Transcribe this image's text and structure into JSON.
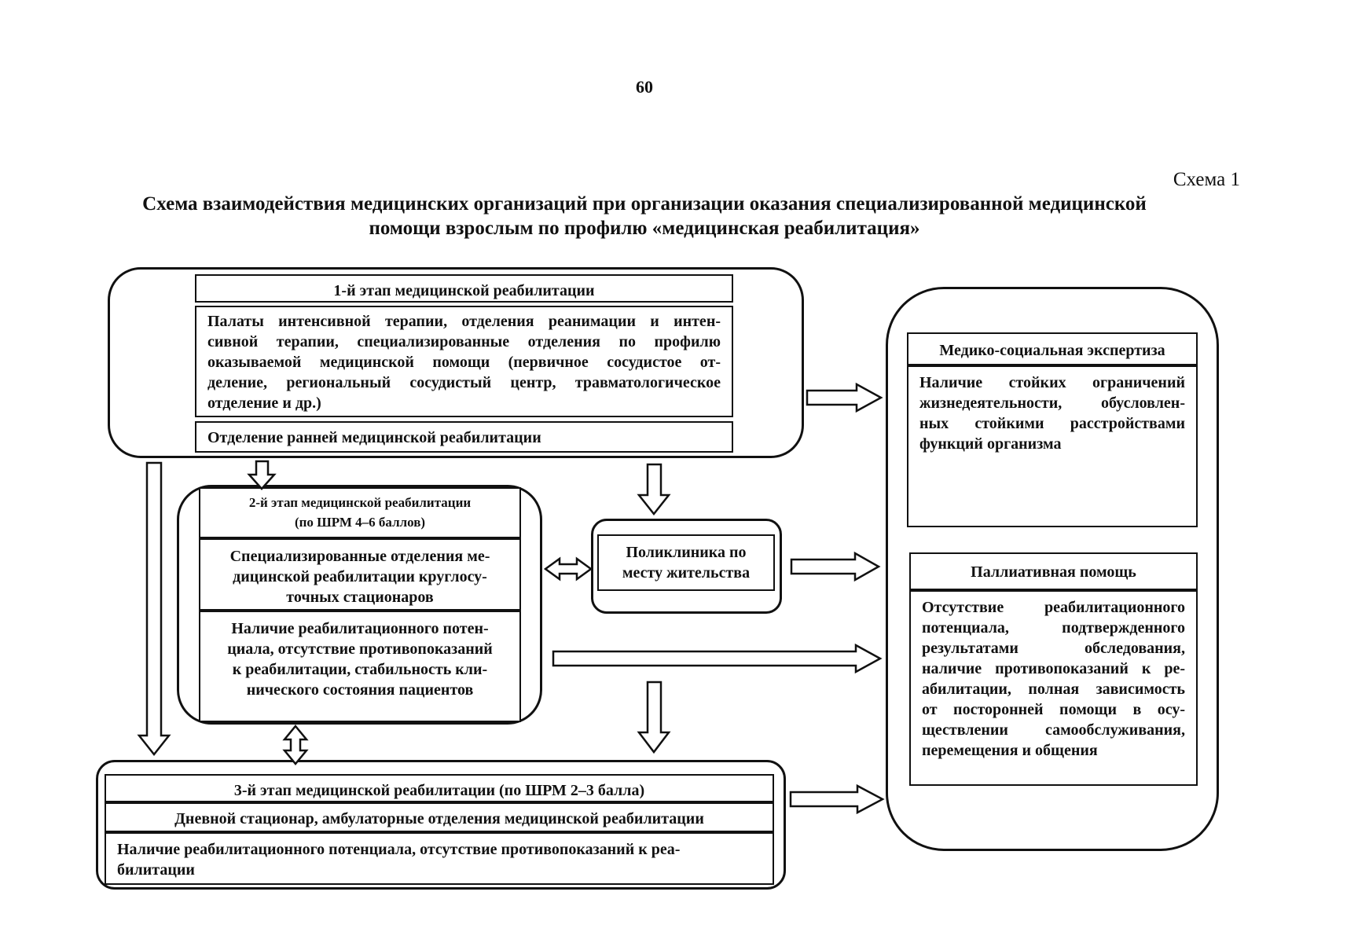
{
  "page_number": "60",
  "scheme_label": "Схема 1",
  "title": {
    "line1": "Схема взаимодействия медицинских организаций при организации оказания специализированной медицинской",
    "line2": "помощи взрослым по профилю «медицинская реабилитация»"
  },
  "stage1": {
    "header": "1-й этап медицинской реабилитации",
    "body_lines": [
      "Палаты интенсивной терапии, отделения реанимации и интен-",
      "сивной терапии, специализированные отделения по профилю",
      "оказываемой медицинской помощи (первичное сосудистое от-",
      "деление, региональный сосудистый центр, травматологическое",
      "отделение и др.)"
    ],
    "early_rehab": "Отделение ранней медицинской реабилитации"
  },
  "stage2": {
    "header_line1": "2-й этап медицинской реабилитации",
    "header_line2": "(по ШРМ 4–6 баллов)",
    "units_lines": [
      "Специализированные отделения ме-",
      "дицинской реабилитации круглосу-",
      "точных стационаров"
    ],
    "criteria_lines": [
      "Наличие реабилитационного потен-",
      "циала, отсутствие противопоказаний",
      "к реабилитации, стабильность кли-",
      "нического состояния пациентов"
    ]
  },
  "polyclinic": {
    "line1": "Поликлиника по",
    "line2": "месту жительства"
  },
  "stage3": {
    "header": "3-й этап медицинской реабилитации (по ШРМ 2–3 балла)",
    "units": "Дневной стационар, амбулаторные отделения медицинской реабилитации",
    "criteria_lines": [
      "Наличие реабилитационного потенциала, отсутствие противопоказаний к реа-",
      "билитации"
    ]
  },
  "mse": {
    "header": "Медико-социальная экспертиза",
    "body_lines": [
      "Наличие стойких ограничений",
      "жизнедеятельности, обусловлен-",
      "ных стойкими расстройствами",
      "функций организма"
    ]
  },
  "palliative": {
    "header": "Паллиативная помощь",
    "body_lines": [
      "Отсутствие реабилитационного",
      "потенциала, подтвержденного",
      "результатами обследования,",
      "наличие противопоказаний к ре-",
      "абилитации, полная зависимость",
      "от посторонней помощи в осу-",
      "ществлении самообслуживания,",
      "перемещения и общения"
    ]
  }
}
